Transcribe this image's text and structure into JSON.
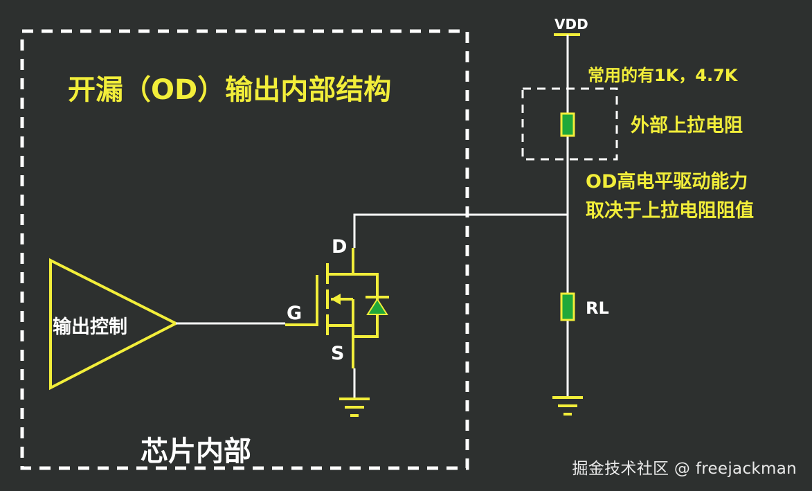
{
  "title": "开漏（OD）输出内部结构",
  "chip_label": "芯片内部",
  "buffer_label": "输出控制",
  "pins": {
    "gate": "G",
    "drain": "D",
    "source": "S"
  },
  "vdd_label": "VDD",
  "common_values": "常用的有1K，4.7K",
  "pullup_label": "外部上拉电阻",
  "note_line1": "OD高电平驱动能力",
  "note_line2": "取决于上拉电阻阻值",
  "load_label": "RL",
  "watermark": "掘金技术社区 @ freejackman",
  "colors": {
    "background": "#2d302f",
    "accent": "#f2ee3a",
    "wire": "#ffffff",
    "resistor": "#1fa83a"
  }
}
